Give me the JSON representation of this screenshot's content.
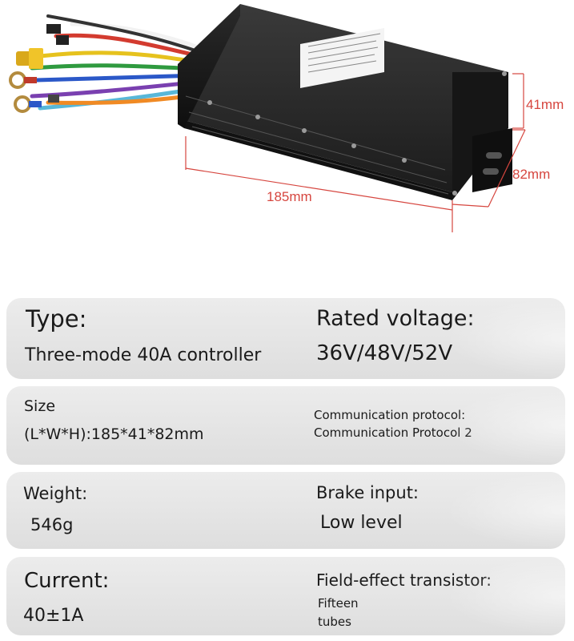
{
  "dimensions": {
    "length": "185mm",
    "width": "41mm",
    "height": "82mm"
  },
  "specs": [
    {
      "left_label": "Type:",
      "left_value": "Three-mode 40A controller",
      "right_label": "Rated voltage:",
      "right_value": "36V/48V/52V"
    },
    {
      "left_label": "Size",
      "left_value": "(L*W*H):185*41*82mm",
      "right_label": "Communication protocol:",
      "right_value": "Communication Protocol 2"
    },
    {
      "left_label": "Weight:",
      "left_value": "546g",
      "right_label": "Brake input:",
      "right_value": "Low level"
    },
    {
      "left_label": "Current:",
      "left_value": "40±1A",
      "right_label": "Field-effect transistor:",
      "right_value_line1": "Fifteen",
      "right_value_line2": "tubes"
    }
  ],
  "icons": {
    "controller": "motor-controller-image",
    "cables": "wire-harness-image"
  }
}
